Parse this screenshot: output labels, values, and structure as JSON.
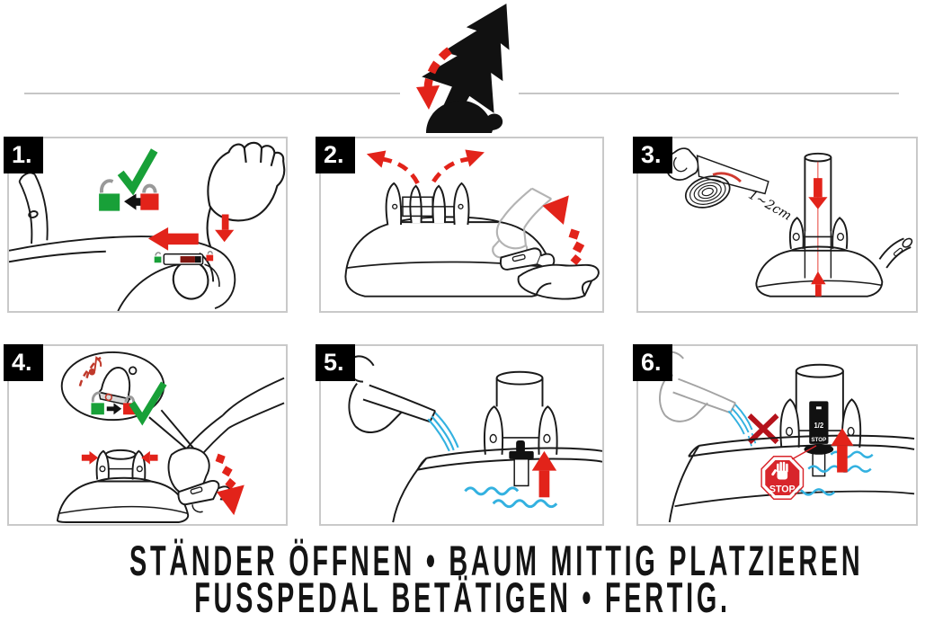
{
  "header": {
    "logo_icons": [
      "christmas-tree-icon",
      "curved-down-arrow-icon",
      "tree-stand-silhouette-icon"
    ],
    "divider_color": "#c6c6c6"
  },
  "colors": {
    "red": "#e2231a",
    "dark_red": "#b5121b",
    "stop_red": "#d8252b",
    "green": "#18a038",
    "water_blue": "#33b1e0",
    "line_black": "#1a1a1a",
    "panel_border_grey": "#c9c9c9",
    "outline_grey": "#a3a3a3"
  },
  "panels": [
    {
      "number": "1.",
      "icons": [
        "checkmark-icon",
        "unlocked-padlock-icon",
        "left-arrow-icon",
        "locked-padlock-icon",
        "hand-icon",
        "slider-lock-icon",
        "down-arrow-icon"
      ]
    },
    {
      "number": "2.",
      "icons": [
        "tree-stand-icon",
        "claws-open-arrows-icon",
        "foot-on-pedal-icon",
        "up-arrow-dashed-icon",
        "shoe-icon"
      ]
    },
    {
      "number": "3.",
      "annotation": "1~2cm",
      "icons": [
        "saw-icon",
        "trunk-rings-icon",
        "trunk-icon",
        "down-arrow-icon",
        "up-arrow-icon",
        "tree-stand-icon"
      ]
    },
    {
      "number": "4.",
      "icons": [
        "speech-bubble-icon",
        "bell-icon",
        "unlocked-padlock-icon",
        "right-arrow-icon",
        "locked-padlock-icon",
        "checkmark-icon",
        "claws-close-arrows-icon",
        "foot-press-pedal-icon",
        "down-arrow-dashed-icon"
      ]
    },
    {
      "number": "5.",
      "icons": [
        "watering-can-icon",
        "water-stream-icon",
        "float-indicator-icon",
        "up-arrow-icon",
        "water-waves-icon"
      ]
    },
    {
      "number": "6.",
      "float_half_label": "1/2",
      "float_stop_label": "STOP",
      "stop_sign_label": "STOP",
      "icons": [
        "watering-can-icon",
        "crossed-out-water-icon",
        "float-indicator-max-icon",
        "stop-sign-icon",
        "raised-hand-icon",
        "up-arrow-icon",
        "water-waves-icon"
      ]
    }
  ],
  "caption": {
    "line1": "STÄNDER ÖFFNEN • BAUM MITTIG PLATZIEREN",
    "line2": "FUSSPEDAL BETÄTIGEN • FERTIG."
  }
}
